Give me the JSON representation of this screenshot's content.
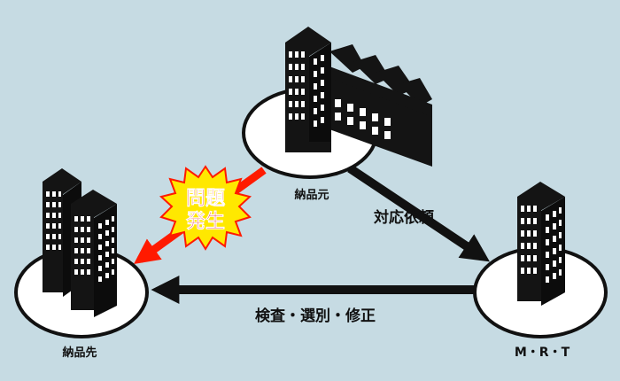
{
  "colors": {
    "background": "#c6dbe3",
    "building": "#141414",
    "window": "#ffffff",
    "ground": "#ffffff",
    "arrow": "#111111",
    "problem_arrow": "#ff1a00",
    "burst_fill": "#ffe800",
    "burst_text": "#e8161b"
  },
  "nodes": {
    "supplier": {
      "label": "納品元",
      "icon": "factory-building-icon"
    },
    "customer": {
      "label": "納品先",
      "icon": "office-buildings-icon"
    },
    "mrt": {
      "label": "M・R・T",
      "icon": "tower-building-icon"
    }
  },
  "edges": {
    "request": {
      "label": "対応依頼"
    },
    "inspection": {
      "label": "検査・選別・修正"
    }
  },
  "problem": {
    "line1": "問題",
    "line2": "発生",
    "icon": "starburst-icon"
  }
}
